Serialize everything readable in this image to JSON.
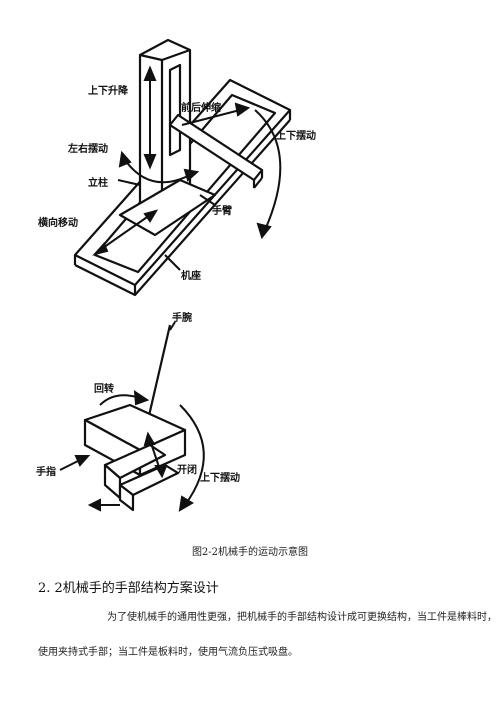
{
  "figure_top": {
    "labels": {
      "up_down_lift": "上下升降",
      "front_back_extend": "前后伸缩",
      "up_down_swing": "上下摆动",
      "left_right_swing": "左右摆动",
      "column": "立柱",
      "arm": "手臂",
      "lateral_move": "横向移动",
      "base": "机座"
    }
  },
  "figure_bottom": {
    "labels": {
      "wrist": "手腕",
      "rotate": "回转",
      "fingers": "手指",
      "open_close": "开闭",
      "up_down_swing": "上下摆动"
    }
  },
  "caption": "图2-2机械手的运动示意图",
  "heading": "2. 2机械手的手部结构方案设计",
  "paragraph": {
    "line1": "为了使机械手的通用性更强，把机械手的手部结构设计成可更换结构，当工件是棒料时，",
    "line2": "使用夹持式手部；当工件是板料时，使用气流负压式吸盘。"
  }
}
